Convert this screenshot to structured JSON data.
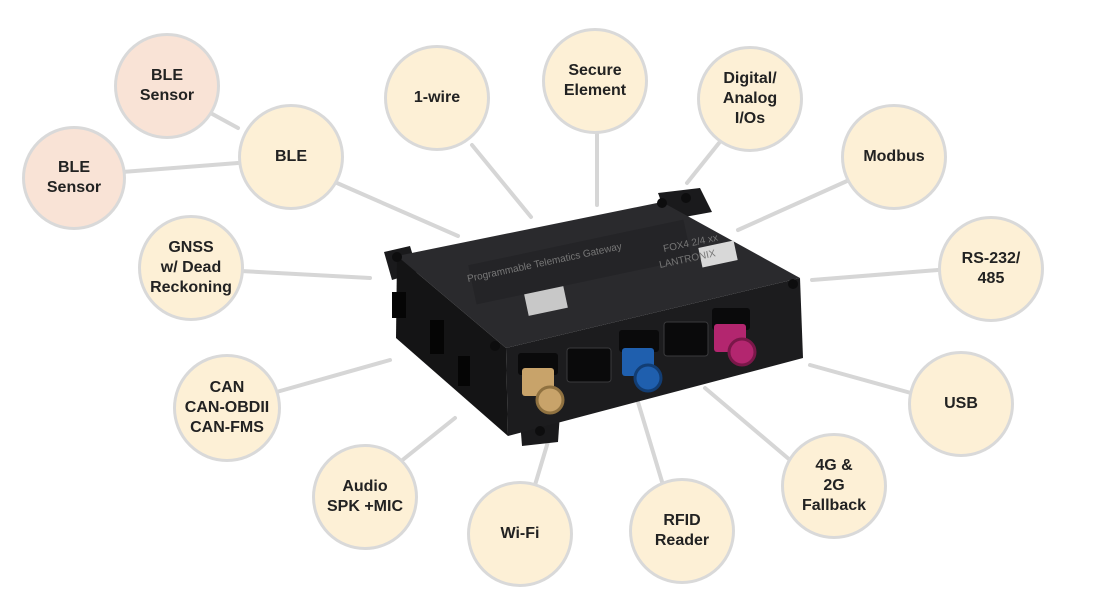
{
  "device": {
    "label": "Programmable Telematics Gateway",
    "brand": "LANTRONIX",
    "model": "FOX4 2/4 xx"
  },
  "features": [
    {
      "id": "ble-sensor-1",
      "label": "BLE\nSensor",
      "kind": "sensor"
    },
    {
      "id": "ble-sensor-2",
      "label": "BLE\nSensor",
      "kind": "sensor"
    },
    {
      "id": "ble",
      "label": "BLE",
      "kind": "feature"
    },
    {
      "id": "gnss",
      "label": "GNSS\nw/ Dead\nReckoning",
      "kind": "feature"
    },
    {
      "id": "can",
      "label": "CAN\nCAN-OBDII\nCAN-FMS",
      "kind": "feature"
    },
    {
      "id": "audio",
      "label": "Audio\nSPK +MIC",
      "kind": "feature"
    },
    {
      "id": "wifi",
      "label": "Wi-Fi",
      "kind": "feature"
    },
    {
      "id": "rfid",
      "label": "RFID\nReader",
      "kind": "feature"
    },
    {
      "id": "cellular",
      "label": "4G &\n2G\nFallback",
      "kind": "feature"
    },
    {
      "id": "usb",
      "label": "USB",
      "kind": "feature"
    },
    {
      "id": "rs232",
      "label": "RS-232/\n485",
      "kind": "feature"
    },
    {
      "id": "modbus",
      "label": "Modbus",
      "kind": "feature"
    },
    {
      "id": "digital-analog",
      "label": "Digital/\nAnalog\nI/Os",
      "kind": "feature"
    },
    {
      "id": "secure-element",
      "label": "Secure\nElement",
      "kind": "feature"
    },
    {
      "id": "one-wire",
      "label": "1-wire",
      "kind": "feature"
    }
  ],
  "colors": {
    "feature": "#fdf0d6",
    "sensor": "#f9e3d6",
    "border": "#d9d9d9",
    "connector_line": "#d6d6d6",
    "device_body": "#1f1f21",
    "fakra_tan": "#c8a36a",
    "fakra_blue": "#1f5fae",
    "fakra_magenta": "#b3266f"
  }
}
